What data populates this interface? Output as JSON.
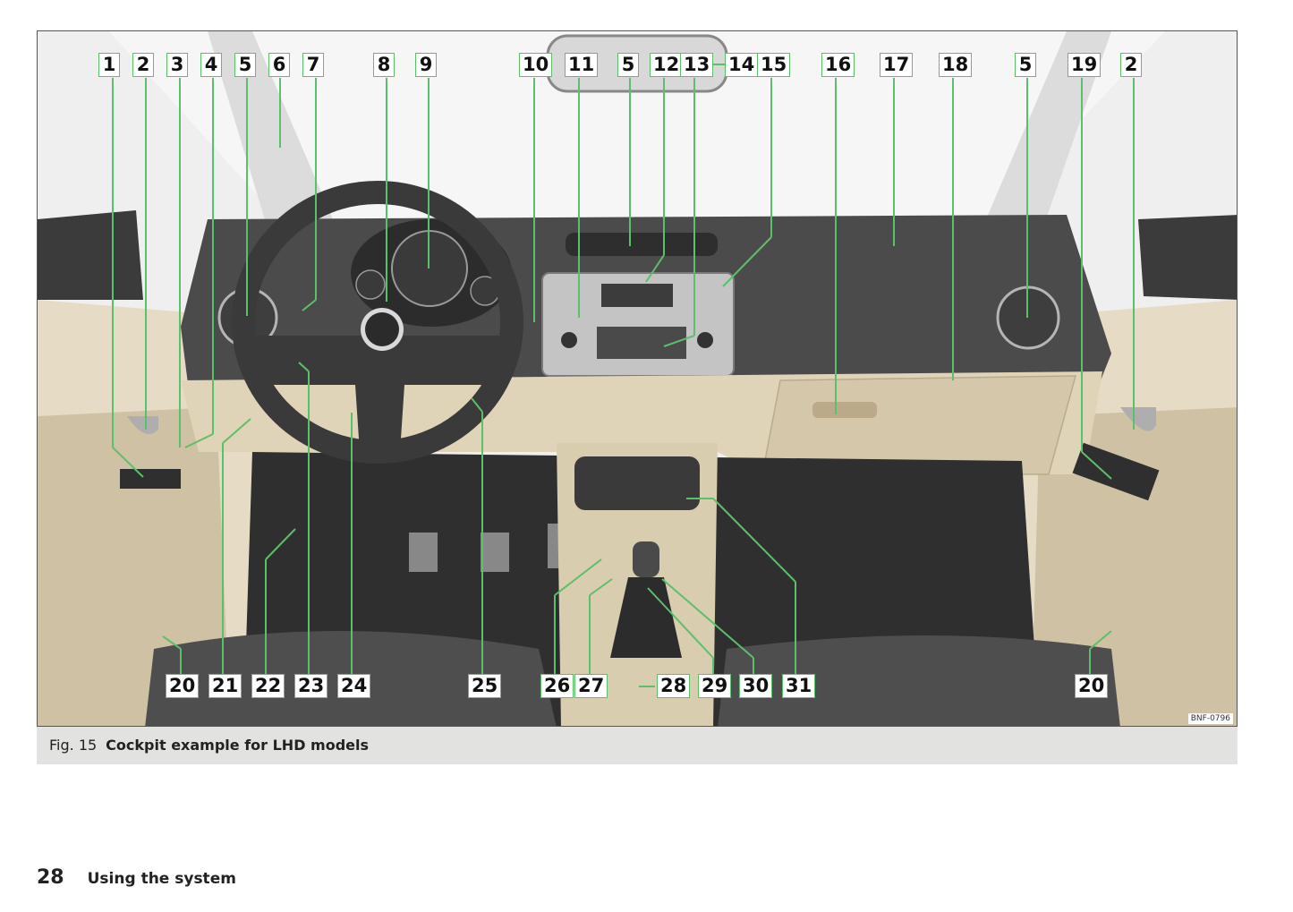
{
  "figure": {
    "image_id": "BNF-0796",
    "callouts": [
      "1",
      "2",
      "3",
      "4",
      "5",
      "6",
      "7",
      "8",
      "9",
      "10",
      "11",
      "5",
      "12",
      "13",
      "14",
      "15",
      "16",
      "17",
      "18",
      "5",
      "19",
      "2",
      "20",
      "21",
      "22",
      "23",
      "24",
      "25",
      "26",
      "27",
      "28",
      "29",
      "30",
      "31",
      "20"
    ]
  },
  "caption": {
    "label": "Fig. 15",
    "title": "Cockpit example for LHD models"
  },
  "footer": {
    "page_number": "28",
    "section": "Using the system"
  },
  "colors": {
    "callout_border": "#5cbf6a",
    "leader_line": "#5cbf6a",
    "caption_bg": "#e2e2e0"
  }
}
